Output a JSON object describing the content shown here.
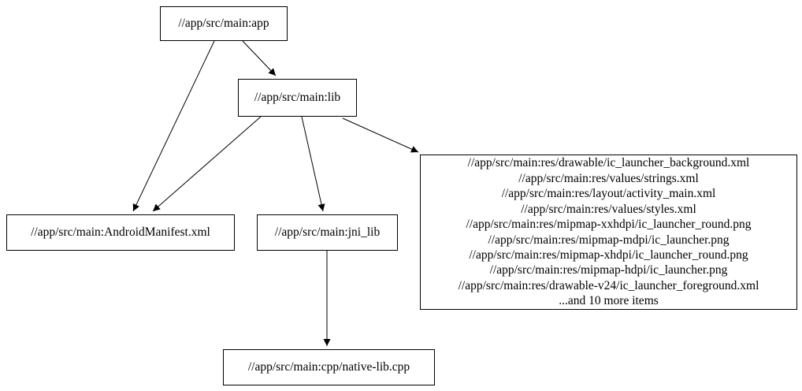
{
  "diagram": {
    "type": "dependency-graph",
    "background_color": "#ffffff",
    "node_border_color": "#000000",
    "text_color": "#000000",
    "edge_color": "#000000",
    "nodes": {
      "app": {
        "label": "//app/src/main:app"
      },
      "lib": {
        "label": "//app/src/main:lib"
      },
      "manifest": {
        "label": "//app/src/main:AndroidManifest.xml"
      },
      "jni_lib": {
        "label": "//app/src/main:jni_lib"
      },
      "cpp": {
        "label": "//app/src/main:cpp/native-lib.cpp"
      },
      "res_group": {
        "lines": [
          "//app/src/main:res/drawable/ic_launcher_background.xml",
          "//app/src/main:res/values/strings.xml",
          "//app/src/main:res/layout/activity_main.xml",
          "//app/src/main:res/values/styles.xml",
          "//app/src/main:res/mipmap-xxhdpi/ic_launcher_round.png",
          "//app/src/main:res/mipmap-mdpi/ic_launcher.png",
          "//app/src/main:res/mipmap-xhdpi/ic_launcher_round.png",
          "//app/src/main:res/mipmap-hdpi/ic_launcher.png",
          "//app/src/main:res/drawable-v24/ic_launcher_foreground.xml",
          "...and 10 more items"
        ]
      }
    },
    "edges": [
      {
        "from": "//app/src/main:app",
        "to": "//app/src/main:lib"
      },
      {
        "from": "//app/src/main:app",
        "to": "//app/src/main:AndroidManifest.xml"
      },
      {
        "from": "//app/src/main:lib",
        "to": "//app/src/main:AndroidManifest.xml"
      },
      {
        "from": "//app/src/main:lib",
        "to": "//app/src/main:jni_lib"
      },
      {
        "from": "//app/src/main:lib",
        "to": "res_group"
      },
      {
        "from": "//app/src/main:jni_lib",
        "to": "//app/src/main:cpp/native-lib.cpp"
      }
    ]
  }
}
